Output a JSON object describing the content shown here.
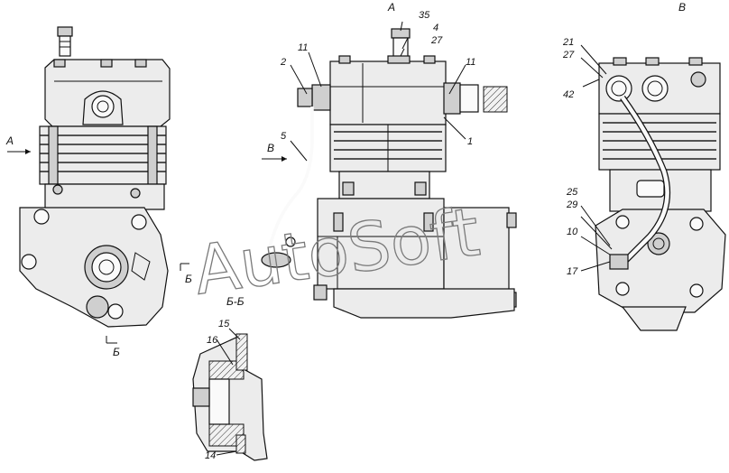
{
  "views": {
    "view_a": "А",
    "view_v": "В",
    "section_bb": "Б-Б",
    "arrow_a": "А",
    "arrow_v": "В",
    "cut_b_top": "Б",
    "cut_b_bottom": "Б"
  },
  "labels": {
    "l35": "35",
    "l4": "4",
    "l27a": "27",
    "l11a": "11",
    "l2": "2",
    "l11b": "11",
    "l5": "5",
    "l1": "1",
    "l21": "21",
    "l27b": "27",
    "l42": "42",
    "l25": "25",
    "l29": "29",
    "l10": "10",
    "l17": "17",
    "l15": "15",
    "l16": "16",
    "l14": "14"
  },
  "watermark": "AutoSoft"
}
